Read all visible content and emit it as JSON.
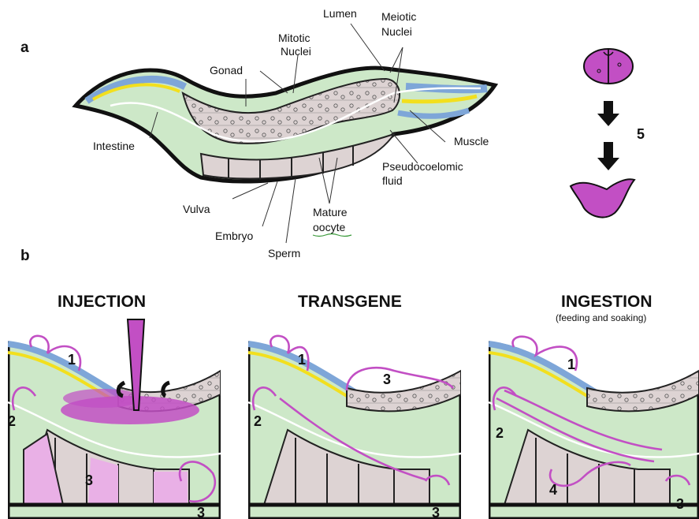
{
  "panel_a": {
    "letter": "a",
    "labels": {
      "gonad": "Gonad",
      "mitotic_line1": "Mitotic",
      "mitotic_line2": "Nuclei",
      "lumen": "Lumen",
      "meiotic_line1": "Meiotic",
      "meiotic_line2": "Nuclei",
      "intestine": "Intestine",
      "muscle": "Muscle",
      "pseudo_line1": "Pseudocoelomic",
      "pseudo_line2": "fluid",
      "vulva": "Vulva",
      "embryo": "Embryo",
      "sperm": "Sperm",
      "mature_line1": "Mature",
      "mature_line2": "oocyte"
    },
    "step_number": "5"
  },
  "panel_b": {
    "letter": "b",
    "injection": {
      "title": "INJECTION",
      "numbers": [
        "1",
        "2",
        "3",
        "3"
      ]
    },
    "transgene": {
      "title": "TRANSGENE",
      "numbers": [
        "1",
        "2",
        "3",
        "3"
      ]
    },
    "ingestion": {
      "title": "INGESTION",
      "subtitle": "(feeding and soaking)",
      "numbers": [
        "1",
        "2",
        "4",
        "3"
      ]
    }
  },
  "colors": {
    "outline": "#111111",
    "intestine": "#cde8c8",
    "muscle": "#7ea6d8",
    "fluid": "#f2df1e",
    "gonad": "#ddd3d3",
    "magenta": "#c24fc4",
    "lumen_line": "#ffffff"
  }
}
